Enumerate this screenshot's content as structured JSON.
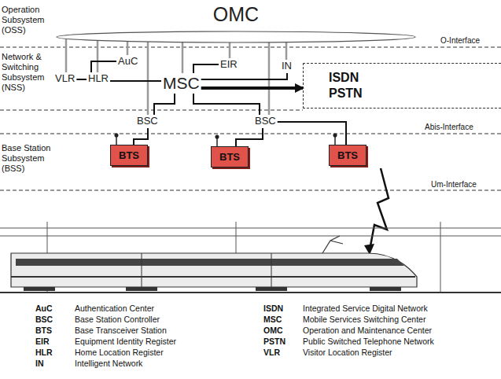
{
  "diagram": {
    "nodes": [
      {
        "text": [
          "OMC"
        ]
      },
      {
        "text": [
          "VLR"
        ]
      },
      {
        "text": [
          "HLR"
        ]
      },
      {
        "text": [
          "AuC"
        ]
      },
      {
        "text": [
          "MSC"
        ]
      },
      {
        "text": [
          "EIR"
        ]
      },
      {
        "text": [
          "IN"
        ]
      },
      {
        "text": [
          "ISDN PSTN"
        ]
      },
      {
        "text": [
          "BSC"
        ]
      },
      {
        "text": [
          "BSC"
        ]
      },
      {
        "text": [
          "BTS"
        ]
      },
      {
        "text": [
          "BTS"
        ]
      },
      {
        "text": [
          "BTS"
        ]
      }
    ],
    "edges": [
      {
        "from": 0,
        "to": 1,
        "arrow": "none"
      },
      {
        "from": 0,
        "to": 2,
        "arrow": "none"
      },
      {
        "from": 0,
        "to": 3,
        "arrow": "none"
      },
      {
        "from": 0,
        "to": 4,
        "arrow": "none"
      },
      {
        "from": 0,
        "to": 5,
        "arrow": "none"
      },
      {
        "from": 0,
        "to": 6,
        "arrow": "none"
      },
      {
        "from": 0,
        "to": 8,
        "arrow": "none"
      },
      {
        "from": 0,
        "to": 9,
        "arrow": "none"
      },
      {
        "from": 1,
        "to": 2,
        "arrow": "none"
      },
      {
        "from": 3,
        "to": 2,
        "arrow": "none"
      },
      {
        "from": 2,
        "to": 4,
        "arrow": "none"
      },
      {
        "from": 4,
        "to": 5,
        "arrow": "none"
      },
      {
        "from": 4,
        "to": 7,
        "arrow": "to"
      },
      {
        "from": 4,
        "to": 6,
        "arrow": "none"
      },
      {
        "from": 4,
        "to": 8,
        "arrow": "none"
      },
      {
        "from": 4,
        "to": 9,
        "arrow": "none"
      },
      {
        "from": 8,
        "to": 10,
        "arrow": "none"
      },
      {
        "from": 9,
        "to": 11,
        "arrow": "none"
      },
      {
        "from": 9,
        "to": 12,
        "arrow": "none"
      }
    ],
    "labels": [
      "Operation Subsystem (OSS)",
      "Network & Switching Subsystem (NSS)",
      "Base Station Subsystem (BSS)",
      "O-Interface",
      "Abis-Interface",
      "Um-Interface",
      "AuC",
      "Authentication Center",
      "BSC",
      "Base Station Controller",
      "BTS",
      "Base Transceiver Station",
      "EIR",
      "Equipment Identity Register",
      "HLR",
      "Home Location Register",
      "IN",
      "Intelligent Network",
      "ISDN",
      "Integrated Service Digital Network",
      "MSC",
      "Mobile Services Switching Center",
      "OMC",
      "Operation and Maintenance Center",
      "PSTN",
      "Public Switched Telephone Network",
      "VLR",
      "Visitor Location Register"
    ]
  }
}
